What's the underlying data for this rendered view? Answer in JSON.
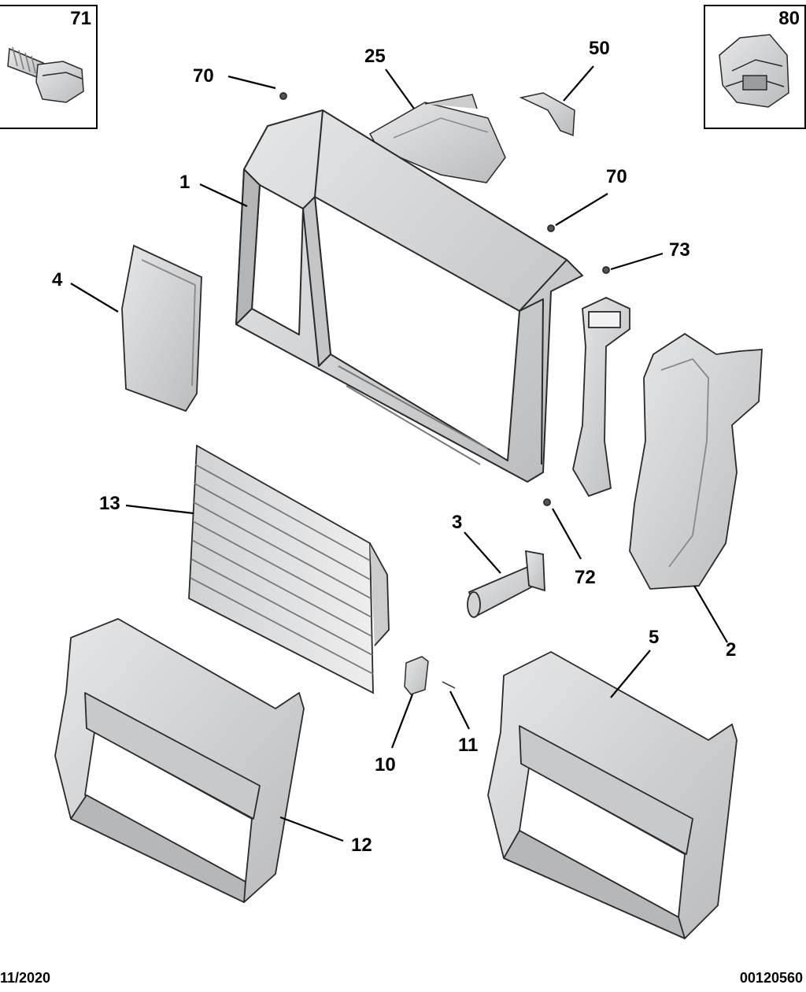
{
  "insets": {
    "left_number": "71",
    "right_number": "80"
  },
  "callouts": {
    "c1": "1",
    "c2": "2",
    "c3": "3",
    "c4": "4",
    "c5": "5",
    "c10": "10",
    "c11": "11",
    "c12": "12",
    "c13": "13",
    "c25": "25",
    "c50": "50",
    "c70a": "70",
    "c70b": "70",
    "c72": "72",
    "c73": "73"
  },
  "footer": {
    "date": "11/2020",
    "code": "00120560"
  },
  "colors": {
    "part_fill": "#d9dadb",
    "part_shade": "#a9abad",
    "outline": "#2a2a2a"
  }
}
